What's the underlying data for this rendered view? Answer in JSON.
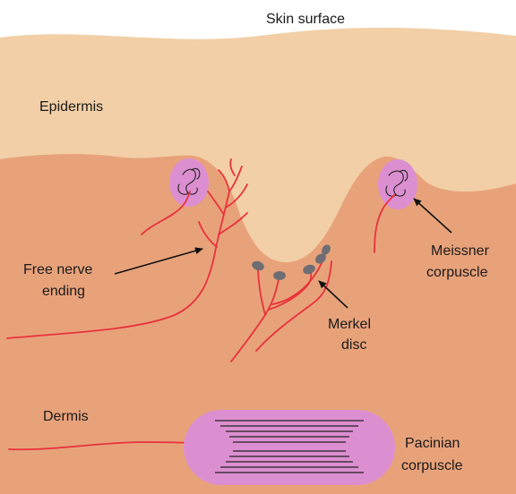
{
  "labels": {
    "skin_surface": "Skin surface",
    "epidermis": "Epidermis",
    "dermis": "Dermis",
    "free_nerve_line1": "Free nerve",
    "free_nerve_line2": "ending",
    "meissner_line1": "Meissner",
    "meissner_line2": "corpuscle",
    "merkel_line1": "Merkel",
    "merkel_line2": "disc",
    "pacinian_line1": "Pacinian",
    "pacinian_line2": "corpuscle"
  },
  "colors": {
    "epidermis": "#f2cfa6",
    "dermis": "#e8a27a",
    "corpuscle": "#dc8fd0",
    "nerve": "#e8323a",
    "merkel_disc": "#6e6e72"
  }
}
